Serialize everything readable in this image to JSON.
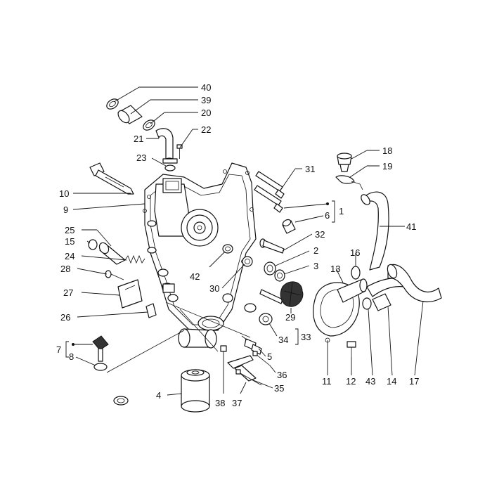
{
  "callouts": {
    "c40": "40",
    "c39": "39",
    "c20": "20",
    "c22": "22",
    "c21": "21",
    "c23": "23",
    "c18": "18",
    "c19": "19",
    "c31": "31",
    "c10": "10",
    "c9": "9",
    "c1": "1",
    "c6": "6",
    "c41": "41",
    "c25": "25",
    "c32": "32",
    "c15": "15",
    "c2": "2",
    "c24": "24",
    "c3": "3",
    "c16": "16",
    "c13": "13",
    "c28": "28",
    "c42": "42",
    "c30": "30",
    "c27": "27",
    "c29": "29",
    "c26": "26",
    "c34": "34",
    "c33": "33",
    "c7": "7",
    "c5": "5",
    "c8": "8",
    "c11": "11",
    "c12": "12",
    "c43": "43",
    "c14": "14",
    "c17": "17",
    "c36": "36",
    "c35": "35",
    "c4": "4",
    "c38": "38",
    "c37": "37"
  }
}
